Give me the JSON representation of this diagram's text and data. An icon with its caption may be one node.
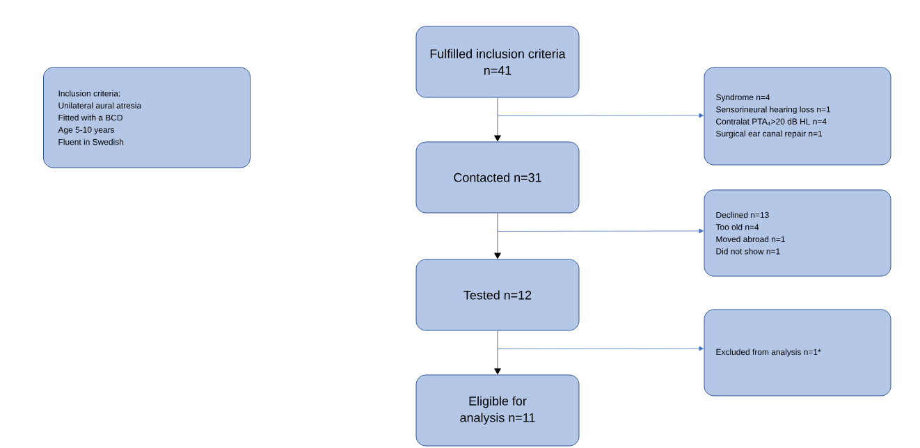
{
  "diagram": {
    "nodes": [
      {
        "text": [
          "Inclusion criteria:",
          "Unilateral aural atresia",
          "Fitted with a BCD",
          "Age 5-10 years",
          "Fluent in Swedish"
        ]
      },
      {
        "text": [
          "Fulfilled inclusion criteria n=41"
        ]
      },
      {
        "text": [
          "Syndrome n=4",
          "Sensorineural hearing loss n=1",
          "Contralat PTA$_{4}$>20 dB HL n=4",
          "Surgical ear canal repair n=1"
        ]
      },
      {
        "text": [
          "Contacted n=31"
        ]
      },
      {
        "text": [
          "Declined n=13",
          "Too old n=4",
          "Moved abroad n=1",
          "Did not show n=1"
        ]
      },
      {
        "text": [
          "Tested n=12"
        ]
      },
      {
        "text": [
          "Excluded from analysis n=1*"
        ]
      },
      {
        "text": [
          "Eligible for analysis n=11"
        ]
      }
    ],
    "edges": [
      {
        "from": 1,
        "to": 3,
        "arrow": "to"
      },
      {
        "from": 1,
        "to": 2,
        "arrow": "to",
        "color": "#4472c4"
      },
      {
        "from": 3,
        "to": 5,
        "arrow": "to"
      },
      {
        "from": 3,
        "to": 4,
        "arrow": "to",
        "color": "#4472c4"
      },
      {
        "from": 5,
        "to": 7,
        "arrow": "to"
      },
      {
        "from": 5,
        "to": 6,
        "arrow": "to",
        "color": "#4472c4"
      }
    ]
  }
}
